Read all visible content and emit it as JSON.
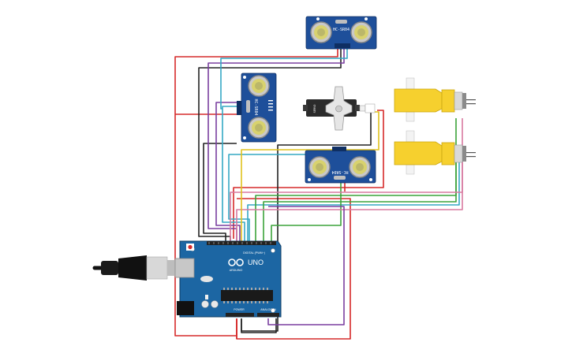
{
  "components": {
    "ultrasonic_sensors": [
      {
        "label": "HC-SR04"
      },
      {
        "label": "HC-SR04"
      },
      {
        "label": "HC-SR04"
      }
    ],
    "servo": {
      "label": "SERVO"
    },
    "motors": [
      {
        "type": "dc-gear-motor"
      },
      {
        "type": "dc-gear-motor"
      }
    ],
    "arduino": {
      "model": "UNO",
      "brand": "ARDUINO",
      "digital_label": "DIGITAL (PWM~)",
      "power_label": "POWER",
      "analog_label": "ANALOG IN"
    },
    "usb_cable": {
      "type": "usb-b"
    }
  },
  "colors": {
    "board": "#1c66a3",
    "sensor_pcb": "#1e4f9a",
    "motor_body": "#f6d02e",
    "servo_body": "#2b2b2b",
    "wire_red": "#d62a2a",
    "wire_black": "#222222",
    "wire_purple": "#7a3fa0",
    "wire_cyan": "#35a8c4",
    "wire_green": "#3ca33a",
    "wire_yellow": "#e0c21d",
    "wire_pink": "#d87aa0"
  }
}
